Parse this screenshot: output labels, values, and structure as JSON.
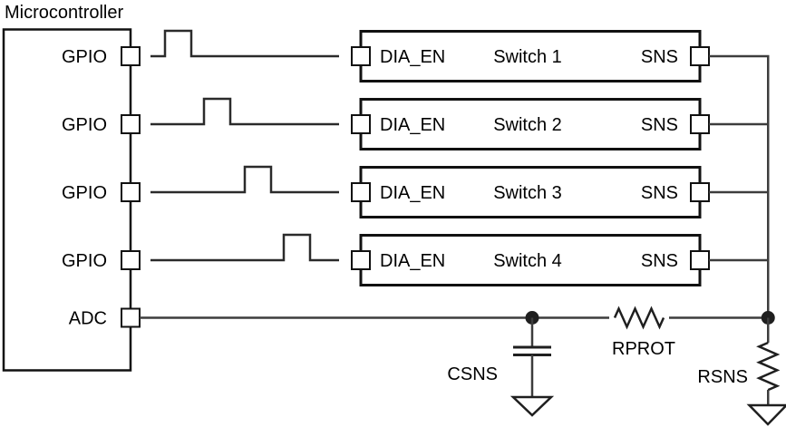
{
  "colors": {
    "outline": "#111111",
    "wire": "#3d3d3d",
    "wave": "#2b2b2b",
    "component": "#1f1f1f",
    "text": "#000000",
    "background": "#ffffff"
  },
  "microcontroller": {
    "title": "Microcontroller",
    "pins": {
      "gpio": [
        "GPIO",
        "GPIO",
        "GPIO",
        "GPIO"
      ],
      "adc": "ADC"
    }
  },
  "switches": [
    {
      "enable_pin": "DIA_EN",
      "name": "Switch 1",
      "sense_pin": "SNS"
    },
    {
      "enable_pin": "DIA_EN",
      "name": "Switch 2",
      "sense_pin": "SNS"
    },
    {
      "enable_pin": "DIA_EN",
      "name": "Switch 3",
      "sense_pin": "SNS"
    },
    {
      "enable_pin": "DIA_EN",
      "name": "Switch 4",
      "sense_pin": "SNS"
    }
  ],
  "passives": {
    "sense_capacitor": "CSNS",
    "protection_resistor": "RPROT",
    "sense_resistor": "RSNS"
  }
}
